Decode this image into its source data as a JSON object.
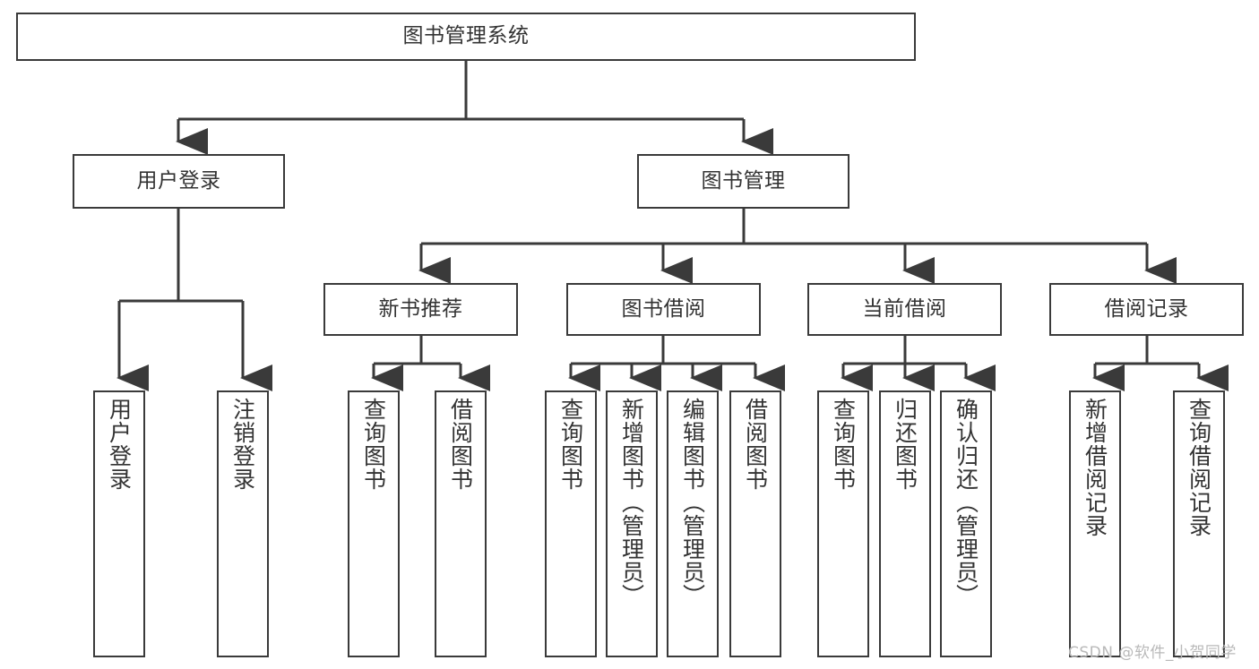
{
  "diagram": {
    "title": "图书管理系统",
    "type": "功能结构图",
    "root": {
      "label": "图书管理系统"
    },
    "level1": [
      {
        "label": "用户登录"
      },
      {
        "label": "图书管理"
      }
    ],
    "level2": [
      {
        "label": "新书推荐"
      },
      {
        "label": "图书借阅"
      },
      {
        "label": "当前借阅"
      },
      {
        "label": "借阅记录"
      }
    ],
    "leaves": {
      "user_login": [
        {
          "label": "用户登录"
        },
        {
          "label": "注销登录"
        }
      ],
      "new_book_recommend": [
        {
          "label": "查询图书"
        },
        {
          "label": "借阅图书"
        }
      ],
      "book_borrow": [
        {
          "label": "查询图书"
        },
        {
          "label": "新增图书（管理员）"
        },
        {
          "label": "编辑图书（管理员）"
        },
        {
          "label": "借阅图书"
        }
      ],
      "current_borrow": [
        {
          "label": "查询图书"
        },
        {
          "label": "归还图书"
        },
        {
          "label": "确认归还（管理员）"
        }
      ],
      "borrow_record": [
        {
          "label": "新增借阅记录"
        },
        {
          "label": "查询借阅记录"
        }
      ]
    },
    "watermark": "CSDN @软件_小贺同学",
    "colors": {
      "border": "#3a3a3a",
      "text": "#333333",
      "background": "#ffffff",
      "watermark": "#b9b9b9"
    }
  }
}
